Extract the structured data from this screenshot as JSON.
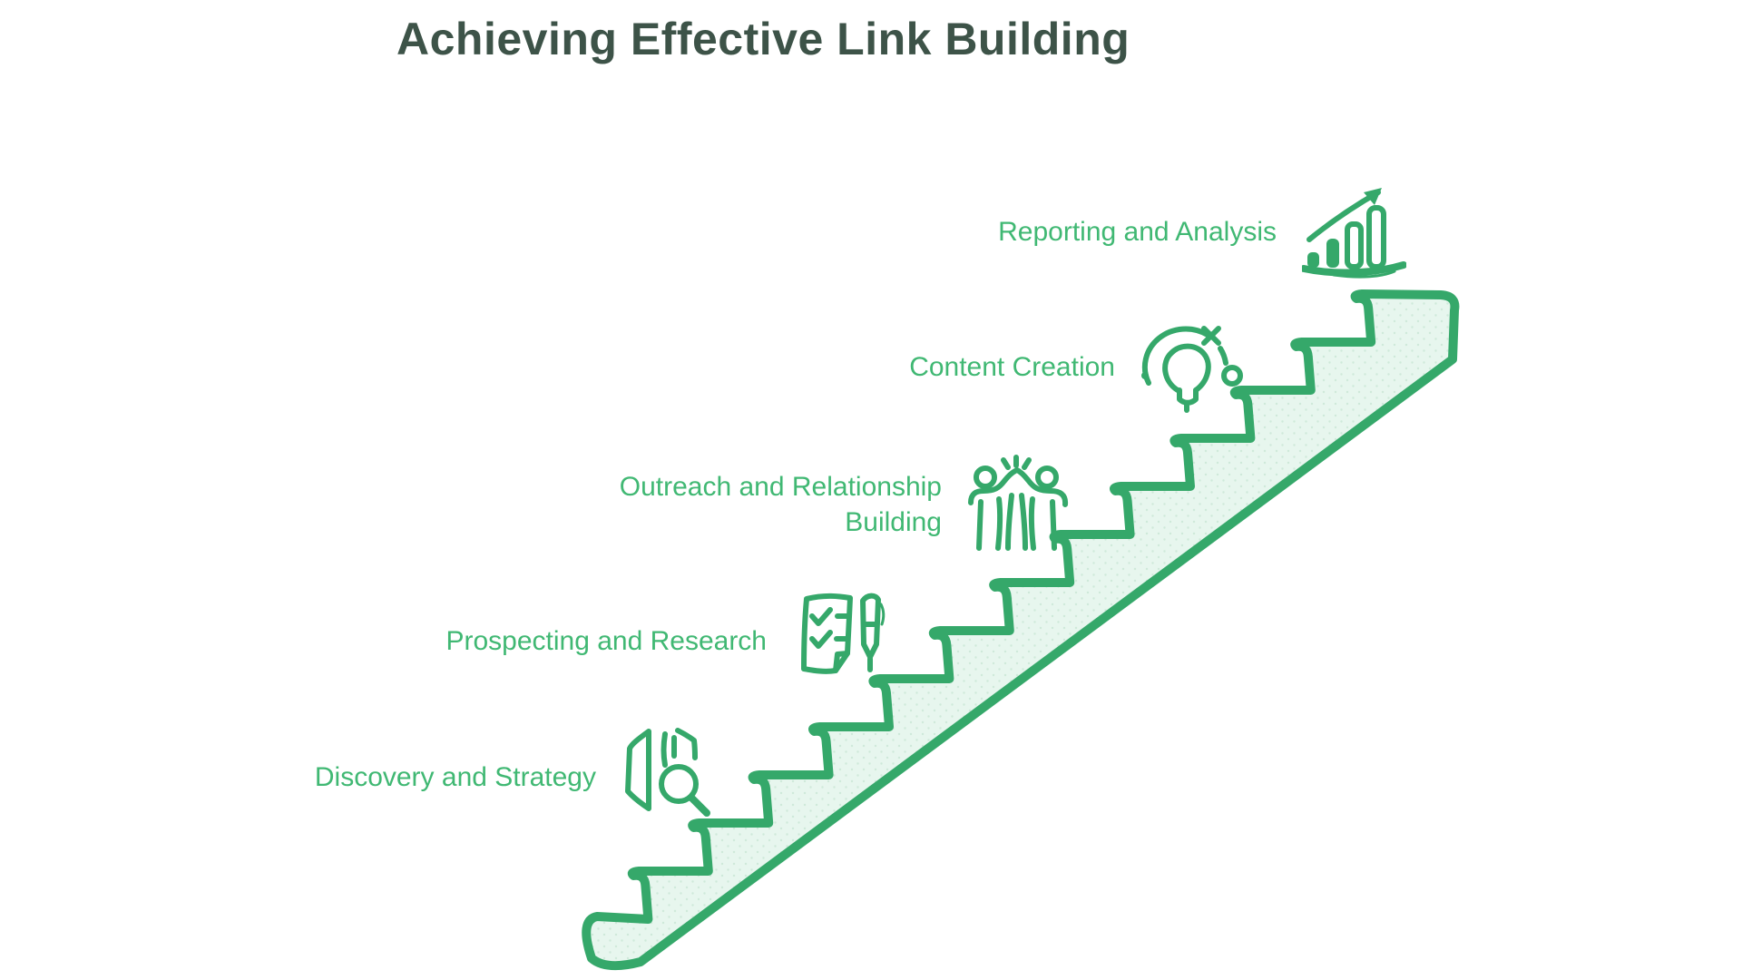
{
  "title": "Achieving Effective Link Building",
  "colors": {
    "background": "#ffffff",
    "title_text": "#3d5348",
    "label_text": "#40b873",
    "line_green": "#35a86a",
    "stair_fill": "#e7f6ee",
    "stair_fill_dot": "#cfe9da"
  },
  "steps": [
    {
      "label": "Reporting and Analysis",
      "icon": "bar-chart-growth-icon"
    },
    {
      "label": "Content Creation",
      "icon": "lightbulb-idea-icon"
    },
    {
      "label": "Outreach and Relationship Building",
      "icon": "high-five-icon"
    },
    {
      "label": "Prospecting and Research",
      "icon": "checklist-pen-icon"
    },
    {
      "label": "Discovery and Strategy",
      "icon": "map-search-icon"
    }
  ]
}
